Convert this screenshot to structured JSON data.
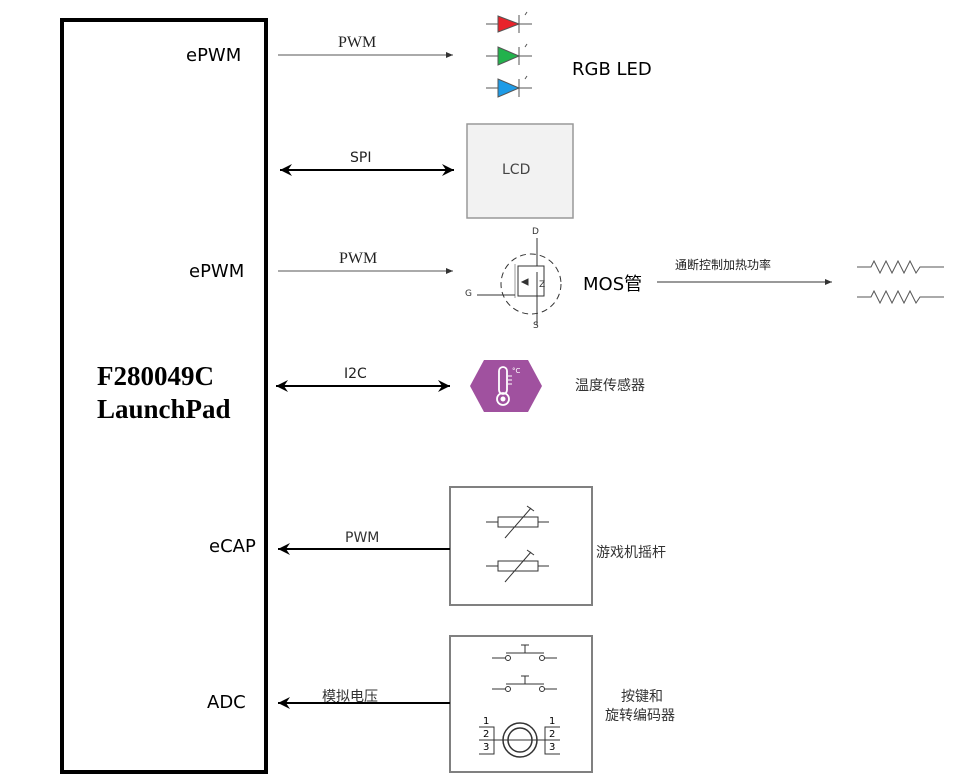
{
  "mcu": {
    "title_line1": "F280049C",
    "title_line2": "LaunchPad",
    "pins": {
      "epwm1": "ePWM",
      "epwm2": "ePWM",
      "ecap": "eCAP",
      "adc": "ADC"
    }
  },
  "links": {
    "pwm_led": "PWM",
    "spi": "SPI",
    "pwm_mos": "PWM",
    "i2c": "I2C",
    "pwm_joystick": "PWM",
    "analog_voltage": "模拟电压",
    "mos_to_heater": "通断控制加热功率"
  },
  "peripherals": {
    "rgb_led": "RGB LED",
    "lcd": "LCD",
    "mos": "MOS管",
    "mos_pins": {
      "drain": "D",
      "gate": "G",
      "source": "S"
    },
    "temp_sensor": "温度传感器",
    "joystick": "游戏机摇杆",
    "buttons_line1": "按键和",
    "buttons_line2": "旋转编码器",
    "encoder_pins": [
      "1",
      "2",
      "3"
    ],
    "temp_unit": "°C"
  },
  "colors": {
    "led_red": "#e8232b",
    "led_green": "#22b24c",
    "led_blue": "#1e9be6",
    "sensor_purple": "#a0519f",
    "lcd_fill": "#f2f2f2",
    "box_border": "#808080"
  }
}
